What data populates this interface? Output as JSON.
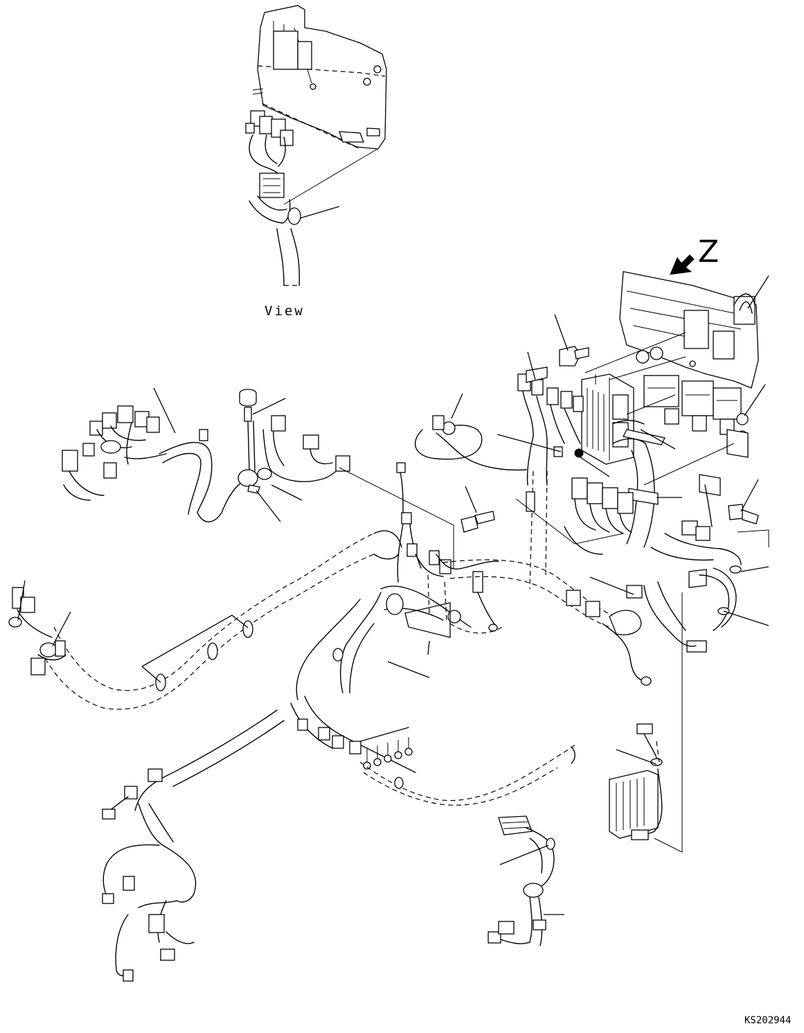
{
  "figure": {
    "view_label": "View",
    "arrow_label": "Z",
    "drawing_code": "KS202944"
  },
  "colors": {
    "line": "#000000",
    "background": "#ffffff"
  }
}
